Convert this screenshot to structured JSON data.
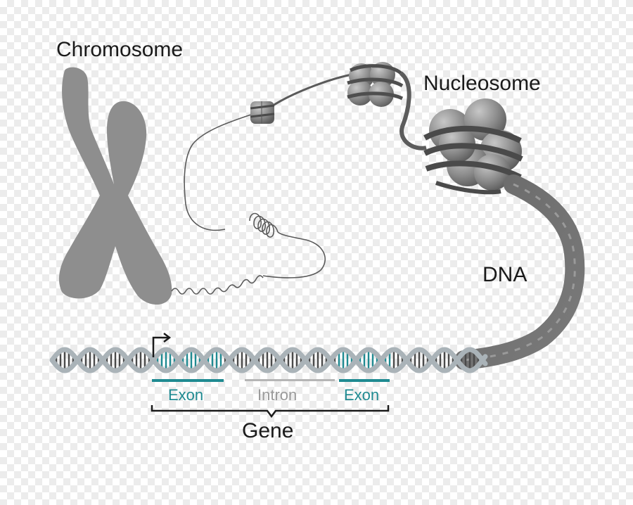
{
  "labels": {
    "chromosome": "Chromosome",
    "nucleosome": "Nucleosome",
    "dna": "DNA",
    "exon_1": "Exon",
    "intron": "Intron",
    "exon_2": "Exon",
    "gene": "Gene"
  },
  "colors": {
    "chromosome": "#8e8e8e",
    "dna_strand": "#5f5f5f",
    "histone": "#8a8a8a",
    "helix_backbone": "#aab3b8",
    "exon": "#1f8a91",
    "intron": "#9a9a9a",
    "text": "#1a1a1a"
  },
  "icons": {
    "transcription_start": "arrow-icon"
  }
}
